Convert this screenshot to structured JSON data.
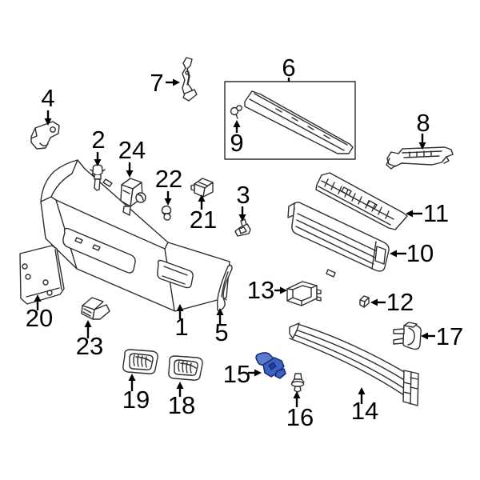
{
  "diagram_type": "exploded-parts-diagram",
  "highlighted_part_label": "15",
  "colors": {
    "background": "#ffffff",
    "line_art": "#2e2e2e",
    "callout_text": "#000000",
    "highlight_fill": "#3c60c3",
    "highlight_fill_light": "#5b7ad0",
    "highlight_hole": "#24418f",
    "highlight_stroke": "#142c6e"
  },
  "labels": {
    "n1": "1",
    "n2": "2",
    "n3": "3",
    "n4": "4",
    "n5": "5",
    "n6": "6",
    "n7": "7",
    "n8": "8",
    "n9": "9",
    "n10": "10",
    "n11": "11",
    "n12": "12",
    "n13": "13",
    "n14": "14",
    "n15": "15",
    "n16": "16",
    "n17": "17",
    "n18": "18",
    "n19": "19",
    "n20": "20",
    "n21": "21",
    "n22": "22",
    "n23": "23",
    "n24": "24"
  }
}
